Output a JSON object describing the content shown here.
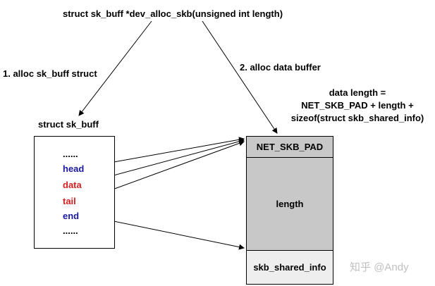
{
  "title": "struct sk_buff *dev_alloc_skb(unsigned int length)",
  "step1": "1. alloc sk_buff struct",
  "step2": "2. alloc data buffer",
  "data_length": [
    "data length =",
    "NET_SKB_PAD + length +",
    "sizeof(struct skb_shared_info)"
  ],
  "sk_buff": {
    "label": "struct sk_buff",
    "fields": [
      "......",
      "head",
      "data",
      "tail",
      "end",
      "......"
    ]
  },
  "buffer": {
    "pad": "NET_SKB_PAD",
    "length": "length",
    "shared_info": "skb_shared_info"
  },
  "watermark": "知乎 @Andy",
  "colors": {
    "pointer_blue": "#1a1aa0",
    "pointer_red": "#d42020",
    "buffer_fill": "#c8c8c8",
    "shared_fill": "#eeeeee"
  }
}
